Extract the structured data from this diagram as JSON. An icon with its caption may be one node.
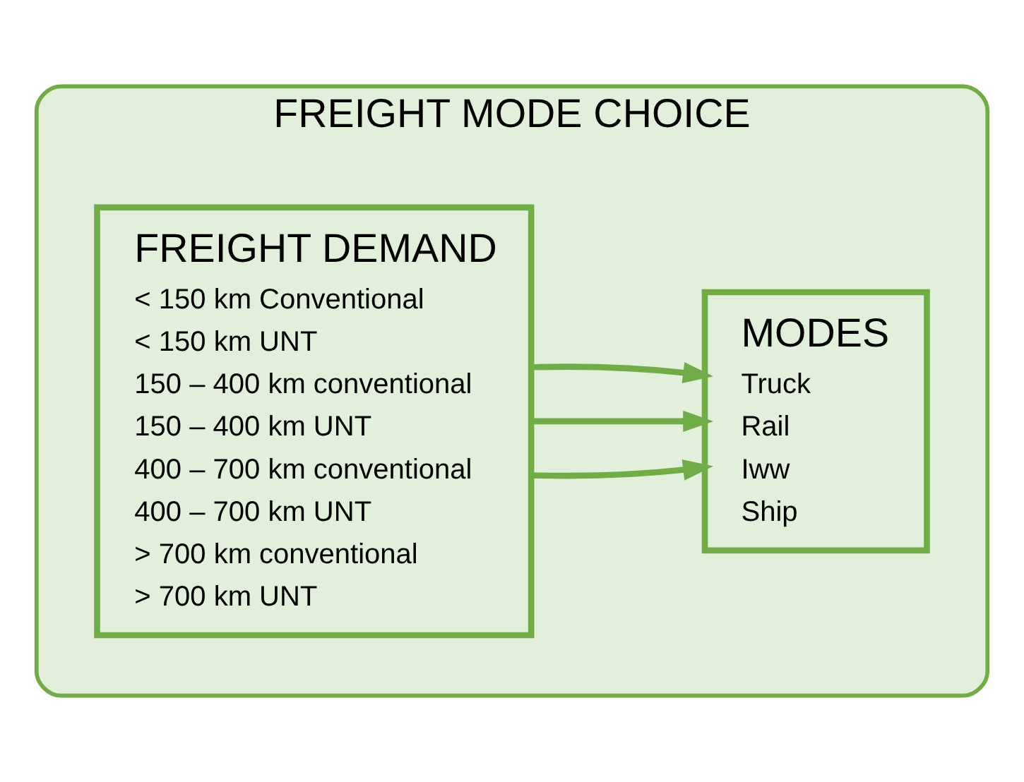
{
  "diagram": {
    "nodes": [
      {
        "text": [
          "FREIGHT MODE CHOICE"
        ]
      },
      {
        "text": [
          "FREIGHT DEMAND",
          "< 150 km Conventional",
          "< 150 km UNT",
          "150 – 400 km conventional",
          "150 – 400 km UNT",
          "400 – 700 km conventional",
          "400 – 700 km UNT",
          "> 700 km conventional",
          "> 700 km UNT"
        ],
        "in": 0
      },
      {
        "text": [
          "MODES",
          "Truck",
          "Rail",
          "Iww",
          "Ship"
        ],
        "in": 0
      }
    ],
    "edges": [
      {
        "from": 1,
        "to": 2,
        "arrow": "to"
      },
      {
        "from": 1,
        "to": 2,
        "arrow": "to"
      },
      {
        "from": 1,
        "to": 2,
        "arrow": "to"
      }
    ]
  }
}
